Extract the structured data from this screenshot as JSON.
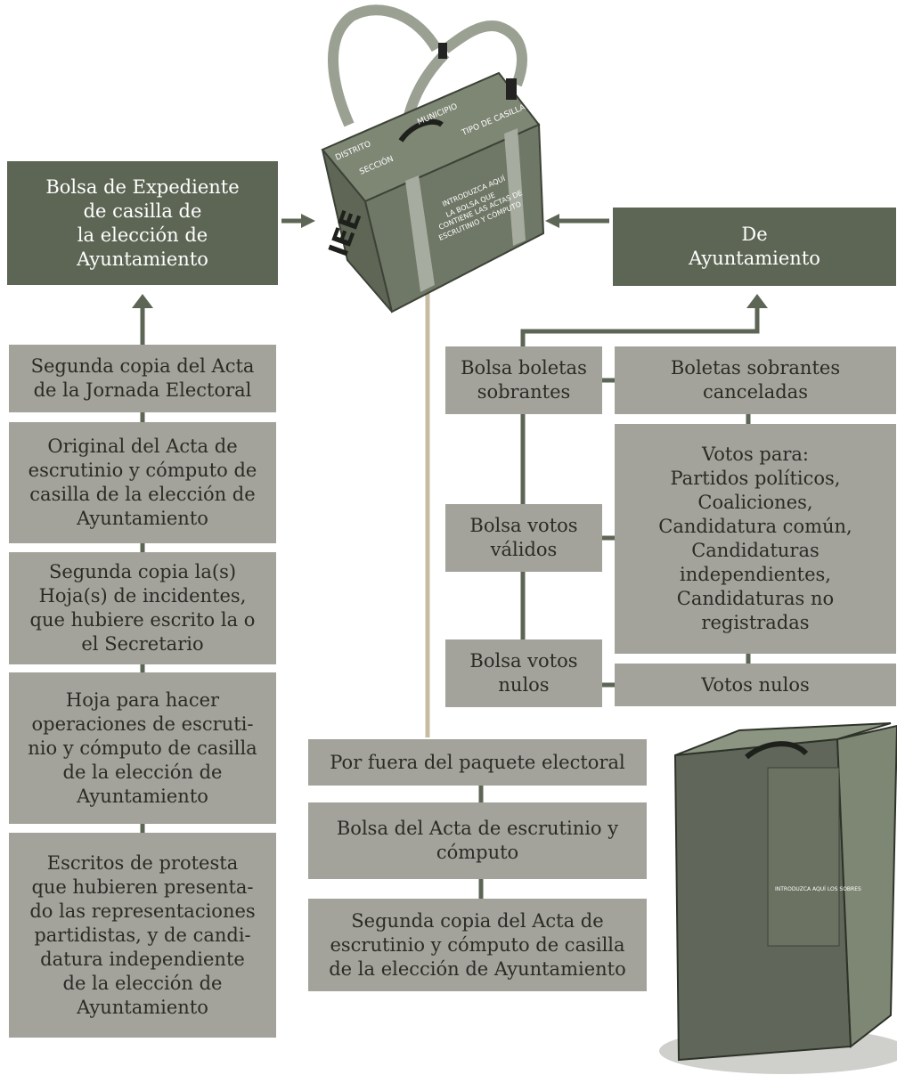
{
  "colors": {
    "dark_box": "#5d6654",
    "light_box": "#a3a39b",
    "connector": "#5d6654",
    "beige_arrow": "#c7bca3",
    "package": "#6f7766"
  },
  "left_column": {
    "header": "Bolsa de Expediente\nde casilla de\nla elección de\nAyuntamiento",
    "items": [
      "Segunda copia del Acta\nde la Jornada Electoral",
      "Original del Acta de\nescrutinio y cómputo de\ncasilla de la elección de\nAyuntamiento",
      "Segunda copia la(s)\nHoja(s) de incidentes,\nque hubiere escrito la o\nel Secretario",
      "Hoja para hacer\noperaciones de escruti-\nnio y cómputo de casilla\nde la elección de\nAyuntamiento",
      "Escritos de protesta\nque hubieren presenta-\ndo las representaciones\npartidistas, y de candi-\ndatura independiente\nde la elección de\nAyuntamiento"
    ]
  },
  "right_column": {
    "header": "De\nAyuntamiento",
    "bags": [
      "Bolsa boletas\nsobrantes",
      "Bolsa votos\nválidos",
      "Bolsa votos\nnulos"
    ],
    "contents": [
      "Boletas sobrantes\ncanceladas",
      "Votos para:\nPartidos políticos,\nCoaliciones,\nCandidatura común,\nCandidaturas\nindependientes,\nCandidaturas no\nregistradas",
      "Votos nulos"
    ]
  },
  "center_column": {
    "items": [
      "Por fuera del paquete electoral",
      "Bolsa del Acta de escrutinio y\ncómputo",
      "Segunda copia del Acta de\nescrutinio y cómputo de casilla\nde la elección de Ayuntamiento"
    ]
  },
  "package_labels": {
    "distrito": "DISTRITO",
    "seccion": "SECCIÓN",
    "municipio": "MUNICIPIO",
    "tipo_casilla": "TIPO DE CASILLA",
    "instructions": [
      "INTRODUZCA AQUÍ",
      "LA BOLSA QUE",
      "CONTIENE LAS ACTAS DE",
      "ESCRUTINIO Y CÓMPUTO"
    ],
    "logo": "IEE"
  },
  "envelope_box_label": "INTRODUZCA AQUÍ LOS SOBRES"
}
